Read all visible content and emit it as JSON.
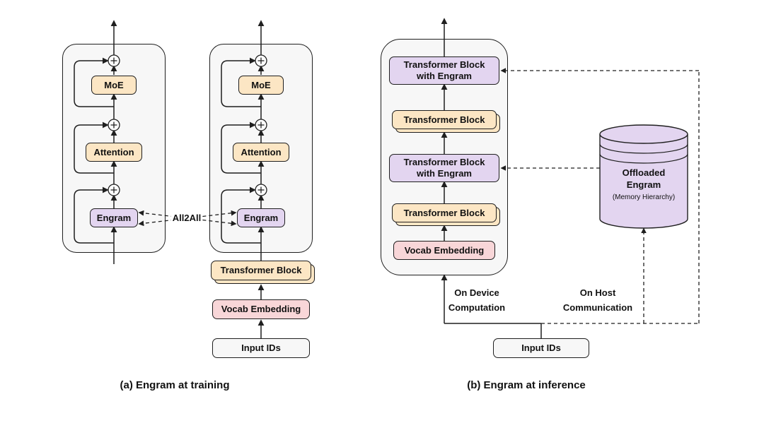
{
  "colors": {
    "stroke": "#1f1f1f",
    "container_fill": "#f7f7f7",
    "orange": "#fce6c4",
    "purple": "#e3d5f0",
    "pink": "#f8d6d8",
    "neutral": "#f7f7f7"
  },
  "panel_a": {
    "caption": "(a) Engram at training",
    "all2all_label": "All2All",
    "unit1": {
      "moe": "MoE",
      "attention": "Attention",
      "engram": "Engram"
    },
    "unit2": {
      "moe": "MoE",
      "attention": "Attention",
      "engram": "Engram"
    },
    "transformer_block": "Transformer Block",
    "vocab_embedding": "Vocab Embedding",
    "input_ids": "Input IDs"
  },
  "panel_b": {
    "caption": "(b) Engram at inference",
    "blocks": [
      "Transformer Block with Engram",
      "Transformer Block",
      "Transformer Block with Engram",
      "Transformer Block"
    ],
    "vocab_embedding": "Vocab Embedding",
    "input_ids": "Input IDs",
    "on_device_label": "On Device Computation",
    "on_host_label": "On Host Communication",
    "cylinder": {
      "label": "Offloaded Engram",
      "note": "(Memory Hierarchy)"
    }
  }
}
